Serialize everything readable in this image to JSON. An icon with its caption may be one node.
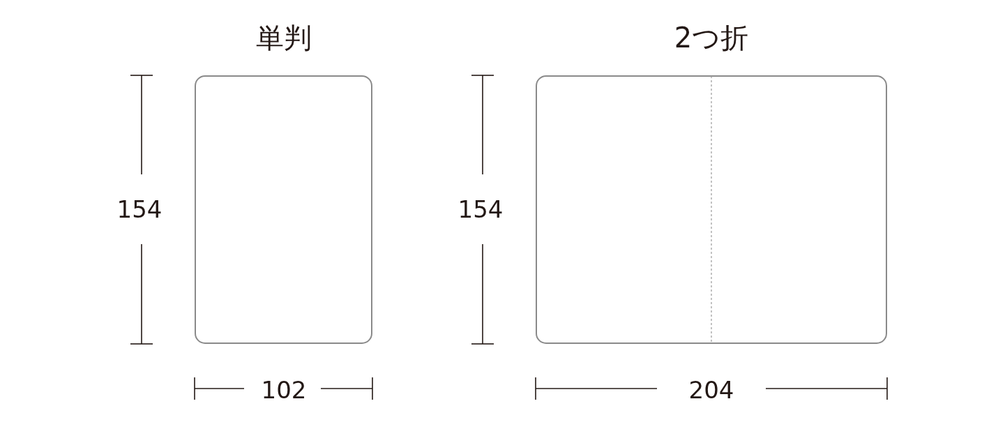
{
  "diagram": {
    "nodes": [
      {
        "text": [
          "単判"
        ]
      },
      {
        "text": [
          "2つ折"
        ]
      }
    ],
    "labels": [
      "154",
      "102",
      "154",
      "204"
    ]
  }
}
